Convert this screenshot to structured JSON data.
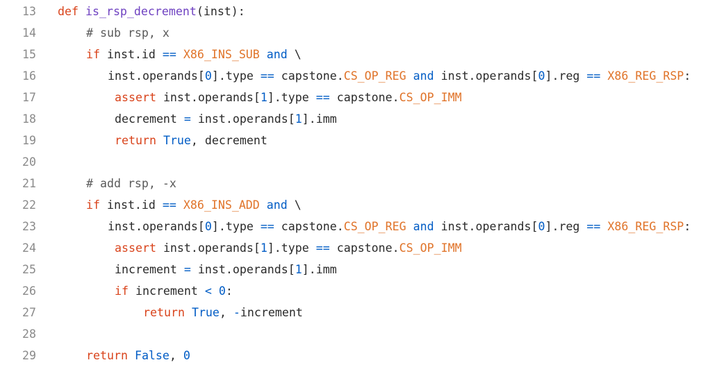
{
  "lines": [
    {
      "num": "13",
      "indent": 0,
      "tokens": [
        [
          "kw",
          "def"
        ],
        [
          "plain",
          " "
        ],
        [
          "fn",
          "is_rsp_decrement"
        ],
        [
          "plain",
          "(inst):"
        ]
      ]
    },
    {
      "num": "14",
      "indent": 1,
      "tokens": [
        [
          "cm",
          "# sub rsp, x"
        ]
      ]
    },
    {
      "num": "15",
      "indent": 1,
      "tokens": [
        [
          "kw",
          "if"
        ],
        [
          "plain",
          " inst.id "
        ],
        [
          "op",
          "=="
        ],
        [
          "plain",
          " "
        ],
        [
          "const",
          "X86_INS_SUB"
        ],
        [
          "plain",
          " "
        ],
        [
          "and",
          "and"
        ],
        [
          "plain",
          " \\"
        ]
      ]
    },
    {
      "num": "16",
      "indent": 2,
      "tokens": [
        [
          "plain",
          "inst.operands["
        ],
        [
          "num",
          "0"
        ],
        [
          "plain",
          "].type "
        ],
        [
          "op",
          "=="
        ],
        [
          "plain",
          " capstone."
        ],
        [
          "const",
          "CS_OP_REG"
        ],
        [
          "plain",
          " "
        ],
        [
          "and",
          "and"
        ],
        [
          "plain",
          " inst.operands["
        ],
        [
          "num",
          "0"
        ],
        [
          "plain",
          "].reg "
        ],
        [
          "op",
          "=="
        ],
        [
          "plain",
          " "
        ],
        [
          "const",
          "X86_REG_RSP"
        ],
        [
          "plain",
          ":"
        ]
      ]
    },
    {
      "num": "17",
      "indent": 3,
      "tokens": [
        [
          "kw",
          "assert"
        ],
        [
          "plain",
          " inst.operands["
        ],
        [
          "num",
          "1"
        ],
        [
          "plain",
          "].type "
        ],
        [
          "op",
          "=="
        ],
        [
          "plain",
          " capstone."
        ],
        [
          "const",
          "CS_OP_IMM"
        ]
      ]
    },
    {
      "num": "18",
      "indent": 3,
      "tokens": [
        [
          "plain",
          "decrement "
        ],
        [
          "op",
          "="
        ],
        [
          "plain",
          " inst.operands["
        ],
        [
          "num",
          "1"
        ],
        [
          "plain",
          "].imm"
        ]
      ]
    },
    {
      "num": "19",
      "indent": 3,
      "tokens": [
        [
          "kw",
          "return"
        ],
        [
          "plain",
          " "
        ],
        [
          "bool",
          "True"
        ],
        [
          "plain",
          ", decrement"
        ]
      ]
    },
    {
      "num": "20",
      "indent": 0,
      "tokens": []
    },
    {
      "num": "21",
      "indent": 1,
      "tokens": [
        [
          "cm",
          "# add rsp, -x"
        ]
      ]
    },
    {
      "num": "22",
      "indent": 1,
      "tokens": [
        [
          "kw",
          "if"
        ],
        [
          "plain",
          " inst.id "
        ],
        [
          "op",
          "=="
        ],
        [
          "plain",
          " "
        ],
        [
          "const",
          "X86_INS_ADD"
        ],
        [
          "plain",
          " "
        ],
        [
          "and",
          "and"
        ],
        [
          "plain",
          " \\"
        ]
      ]
    },
    {
      "num": "23",
      "indent": 2,
      "tokens": [
        [
          "plain",
          "inst.operands["
        ],
        [
          "num",
          "0"
        ],
        [
          "plain",
          "].type "
        ],
        [
          "op",
          "=="
        ],
        [
          "plain",
          " capstone."
        ],
        [
          "const",
          "CS_OP_REG"
        ],
        [
          "plain",
          " "
        ],
        [
          "and",
          "and"
        ],
        [
          "plain",
          " inst.operands["
        ],
        [
          "num",
          "0"
        ],
        [
          "plain",
          "].reg "
        ],
        [
          "op",
          "=="
        ],
        [
          "plain",
          " "
        ],
        [
          "const",
          "X86_REG_RSP"
        ],
        [
          "plain",
          ":"
        ]
      ]
    },
    {
      "num": "24",
      "indent": 3,
      "tokens": [
        [
          "kw",
          "assert"
        ],
        [
          "plain",
          " inst.operands["
        ],
        [
          "num",
          "1"
        ],
        [
          "plain",
          "].type "
        ],
        [
          "op",
          "=="
        ],
        [
          "plain",
          " capstone."
        ],
        [
          "const",
          "CS_OP_IMM"
        ]
      ]
    },
    {
      "num": "25",
      "indent": 3,
      "tokens": [
        [
          "plain",
          "increment "
        ],
        [
          "op",
          "="
        ],
        [
          "plain",
          " inst.operands["
        ],
        [
          "num",
          "1"
        ],
        [
          "plain",
          "].imm"
        ]
      ]
    },
    {
      "num": "26",
      "indent": 3,
      "tokens": [
        [
          "kw",
          "if"
        ],
        [
          "plain",
          " increment "
        ],
        [
          "op",
          "<"
        ],
        [
          "plain",
          " "
        ],
        [
          "num",
          "0"
        ],
        [
          "plain",
          ":"
        ]
      ]
    },
    {
      "num": "27",
      "indent": 4,
      "tokens": [
        [
          "kw",
          "return"
        ],
        [
          "plain",
          " "
        ],
        [
          "bool",
          "True"
        ],
        [
          "plain",
          ", "
        ],
        [
          "op",
          "-"
        ],
        [
          "plain",
          "increment"
        ]
      ]
    },
    {
      "num": "28",
      "indent": 0,
      "tokens": []
    },
    {
      "num": "29",
      "indent": 1,
      "tokens": [
        [
          "kw",
          "return"
        ],
        [
          "plain",
          " "
        ],
        [
          "bool",
          "False"
        ],
        [
          "plain",
          ", "
        ],
        [
          "num",
          "0"
        ]
      ]
    }
  ],
  "colors": {
    "keyword": "#d9441c",
    "function": "#6f42c1",
    "constant": "#e0742a",
    "operator": "#005cc5",
    "comment": "#5a5a5a",
    "line_number": "#8a8a8a",
    "background": "#ffffff"
  }
}
